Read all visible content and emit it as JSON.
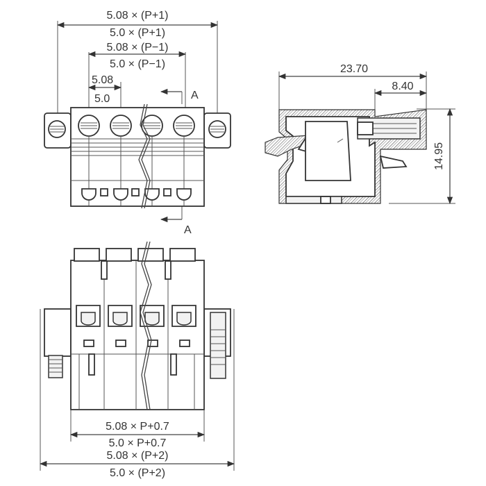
{
  "front_view": {
    "dims": {
      "outer_508": "5.08 × (P+1)",
      "outer_50": "5.0 × (P+1)",
      "inner_508": "5.08 × (P−1)",
      "inner_50": "5.0 × (P−1)",
      "pitch_508": "5.08",
      "pitch_50": "5.0"
    },
    "section_label_top": "A",
    "section_label_bottom": "A"
  },
  "side_view": {
    "dims": {
      "length": "23.70",
      "offset": "8.40",
      "height": "14.95"
    }
  },
  "bottom_view": {
    "dims": {
      "body_508": "5.08 × P+0.7",
      "body_50": "5.0 × P+0.7",
      "overall_508": "5.08 × (P+2)",
      "overall_50": "5.0 × (P+2)"
    }
  }
}
